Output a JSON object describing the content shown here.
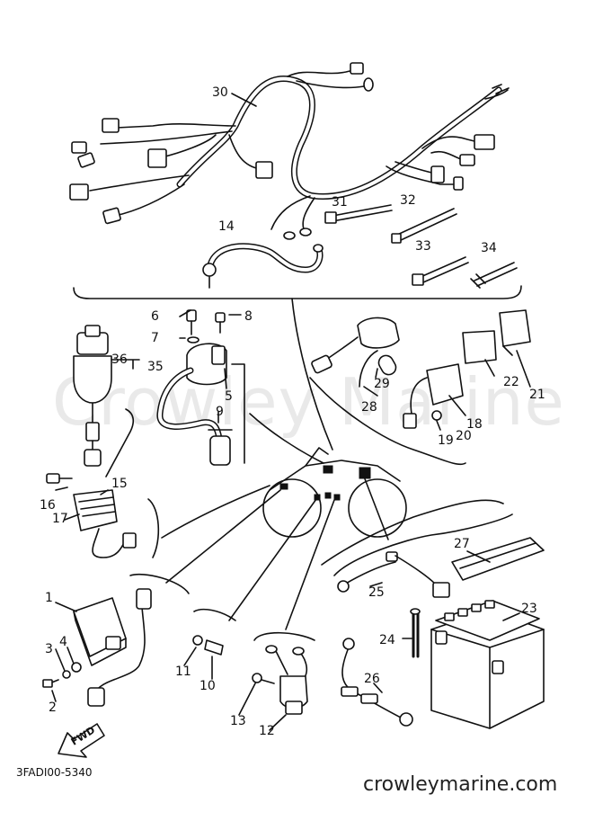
{
  "diagram": {
    "watermark": "Crowley Marine",
    "drawing_code": "3FADI00-5340",
    "site_brand": "crowleymarine.com",
    "fwd_label": "FWD",
    "callouts": [
      {
        "id": "30",
        "label": "30"
      },
      {
        "id": "31",
        "label": "31"
      },
      {
        "id": "32",
        "label": "32"
      },
      {
        "id": "33",
        "label": "33"
      },
      {
        "id": "34",
        "label": "34"
      },
      {
        "id": "14",
        "label": "14"
      },
      {
        "id": "6",
        "label": "6"
      },
      {
        "id": "8",
        "label": "8"
      },
      {
        "id": "7",
        "label": "7"
      },
      {
        "id": "36",
        "label": "36"
      },
      {
        "id": "35",
        "label": "35"
      },
      {
        "id": "5",
        "label": "5"
      },
      {
        "id": "9",
        "label": "9"
      },
      {
        "id": "29",
        "label": "29"
      },
      {
        "id": "28",
        "label": "28"
      },
      {
        "id": "18",
        "label": "18"
      },
      {
        "id": "19",
        "label": "19"
      },
      {
        "id": "20",
        "label": "20"
      },
      {
        "id": "22",
        "label": "22"
      },
      {
        "id": "21",
        "label": "21"
      },
      {
        "id": "16",
        "label": "16"
      },
      {
        "id": "15",
        "label": "15"
      },
      {
        "id": "17",
        "label": "17"
      },
      {
        "id": "27",
        "label": "27"
      },
      {
        "id": "25",
        "label": "25"
      },
      {
        "id": "23",
        "label": "23"
      },
      {
        "id": "1",
        "label": "1"
      },
      {
        "id": "4",
        "label": "4"
      },
      {
        "id": "3",
        "label": "3"
      },
      {
        "id": "2",
        "label": "2"
      },
      {
        "id": "11",
        "label": "11"
      },
      {
        "id": "10",
        "label": "10"
      },
      {
        "id": "24",
        "label": "24"
      },
      {
        "id": "26",
        "label": "26"
      },
      {
        "id": "13",
        "label": "13"
      },
      {
        "id": "12",
        "label": "12"
      }
    ]
  }
}
